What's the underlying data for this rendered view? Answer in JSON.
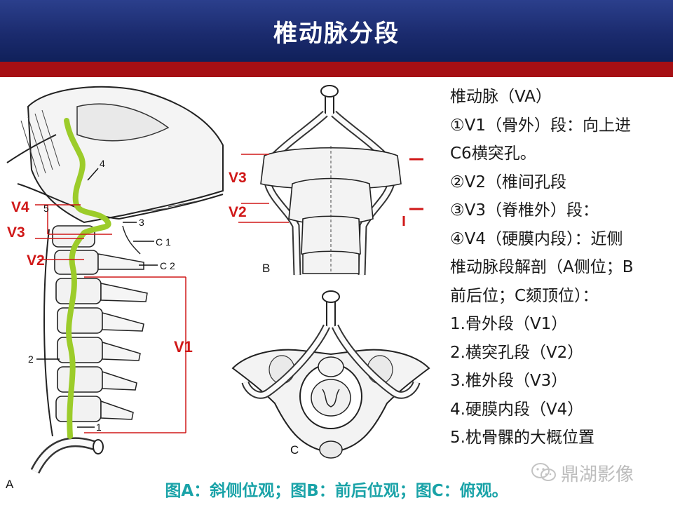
{
  "slide": {
    "title": "椎动脉分段",
    "colors": {
      "title_bar": "#1b2b6e",
      "accent_bar": "#a60f14",
      "label_red": "#d01818",
      "artery_green": "#9ccc2a",
      "caption": "#1aa3a8"
    }
  },
  "figure_a": {
    "panel_letter": "A",
    "segment_labels": {
      "v4": "V4",
      "v3": "V3",
      "v2": "V2",
      "v1": "V1"
    },
    "pointer_numbers": {
      "n5": "5",
      "n4": "4",
      "n3": "3",
      "n2": "2",
      "n1": "1"
    },
    "vertebra_labels": {
      "c1": "C 1",
      "c2": "C 2"
    }
  },
  "figure_b": {
    "panel_letter": "B",
    "segment_labels": {
      "v3": "V3",
      "v2": "V2"
    }
  },
  "figure_c": {
    "panel_letter": "C"
  },
  "notes": {
    "lines": [
      "椎动脉（VA）",
      "①V1（骨外）段：向上进",
      "C6横突孔。",
      "②V2（椎间孔段",
      "③V3（脊椎外）段：",
      "④V4（硬膜内段）：近侧",
      "椎动脉段解剖（A侧位；B",
      "前后位；C颏顶位）：",
      "1.骨外段（V1）",
      "2.横突孔段（V2）",
      "3.椎外段（V3）",
      "4.硬膜内段（V4）",
      "5.枕骨髁的大概位置"
    ]
  },
  "caption": "图A：斜侧位观；图B：前后位观；图C：俯观。",
  "watermark": {
    "text": "鼎湖影像",
    "icon": "wechat-icon"
  }
}
